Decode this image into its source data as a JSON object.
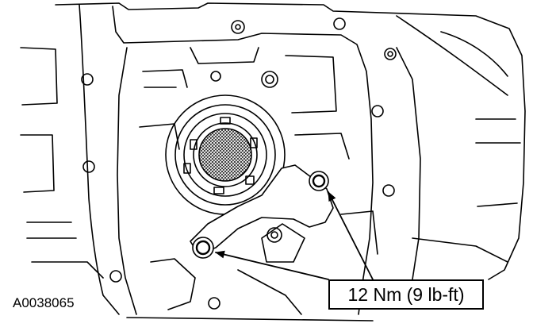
{
  "figure_id": "A0038065",
  "torque_callout": "12 Nm (9 lb-ft)",
  "parts": [
    "transmission-case",
    "oil-filter-screen",
    "filter-retaining-bracket",
    "bracket-bolt-upper",
    "bracket-bolt-lower"
  ],
  "colors": {
    "line": "#000000",
    "background": "#ffffff"
  }
}
